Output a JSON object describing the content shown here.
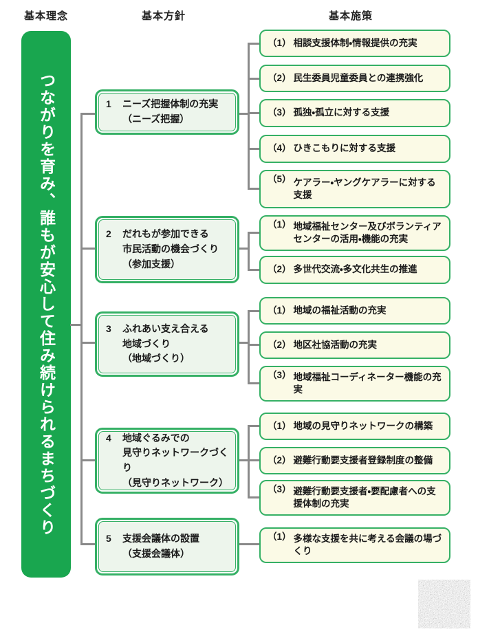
{
  "headers": {
    "philosophy": "基本理念",
    "policy": "基本方針",
    "measures": "基本施策"
  },
  "philosophy": "つながりを育み、誰もが安心して住み続けられるまちづくり",
  "policies": [
    {
      "num": "1",
      "lines": [
        "ニーズ把握体制の充実",
        "（ニーズ把握）"
      ]
    },
    {
      "num": "2",
      "lines": [
        "だれもが参加できる",
        "市民活動の機会づくり",
        "（参加支援）"
      ]
    },
    {
      "num": "3",
      "lines": [
        "ふれあい支え合える",
        "地域づくり",
        "（地域づくり）"
      ]
    },
    {
      "num": "4",
      "lines": [
        "地域ぐるみでの",
        "見守りネットワークづくり",
        "（見守りネットワーク）"
      ]
    },
    {
      "num": "5",
      "lines": [
        "支援会議体の設置",
        "（支援会議体）"
      ]
    }
  ],
  "measures": {
    "g1": [
      {
        "num": "（1）",
        "text": "相談支援体制・情報提供の充実"
      },
      {
        "num": "（2）",
        "text": "民生委員児童委員との連携強化"
      },
      {
        "num": "（3）",
        "text": "孤独・孤立に対する支援"
      },
      {
        "num": "（4）",
        "text": "ひきこもりに対する支援"
      },
      {
        "num": "（5）",
        "text": "ケアラー・ヤングケアラーに対する支援"
      }
    ],
    "g2": [
      {
        "num": "（1）",
        "text": "地域福祉センター及びボランティアセンターの活用・機能の充実"
      },
      {
        "num": "（2）",
        "text": "多世代交流・多文化共生の推進"
      }
    ],
    "g3": [
      {
        "num": "（1）",
        "text": "地域の福祉活動の充実"
      },
      {
        "num": "（2）",
        "text": "地区社協活動の充実"
      },
      {
        "num": "（3）",
        "text": "地域福祉コーディネーター機能の充実"
      }
    ],
    "g4": [
      {
        "num": "（1）",
        "text": "地域の見守りネットワークの構築"
      },
      {
        "num": "（2）",
        "text": "避難行動要支援者登録制度の整備"
      },
      {
        "num": "（3）",
        "text": "避難行動要支援者・要配慮者への支援体制の充実"
      }
    ],
    "g5": [
      {
        "num": "（1）",
        "text": "多様な支援を共に考える会議の場づくり"
      }
    ]
  },
  "colors": {
    "bar_green": "#19a64f",
    "box_border_green": "#35b065",
    "policy_fill": "#edf5ec",
    "measure_fill": "#fbfae6",
    "connector_gray": "#8a8a8a"
  }
}
